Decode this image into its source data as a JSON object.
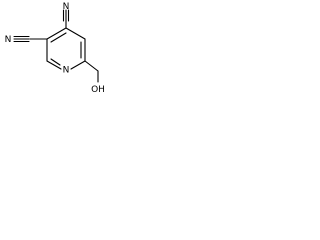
{
  "molecule": {
    "atoms": {
      "ring_nitrogen": "N",
      "nitrile_left_n": "N",
      "nitrile_top_n": "N",
      "hydroxyl": "OH"
    }
  },
  "colors": {
    "background": "#ffffff",
    "ink": "#000000"
  }
}
